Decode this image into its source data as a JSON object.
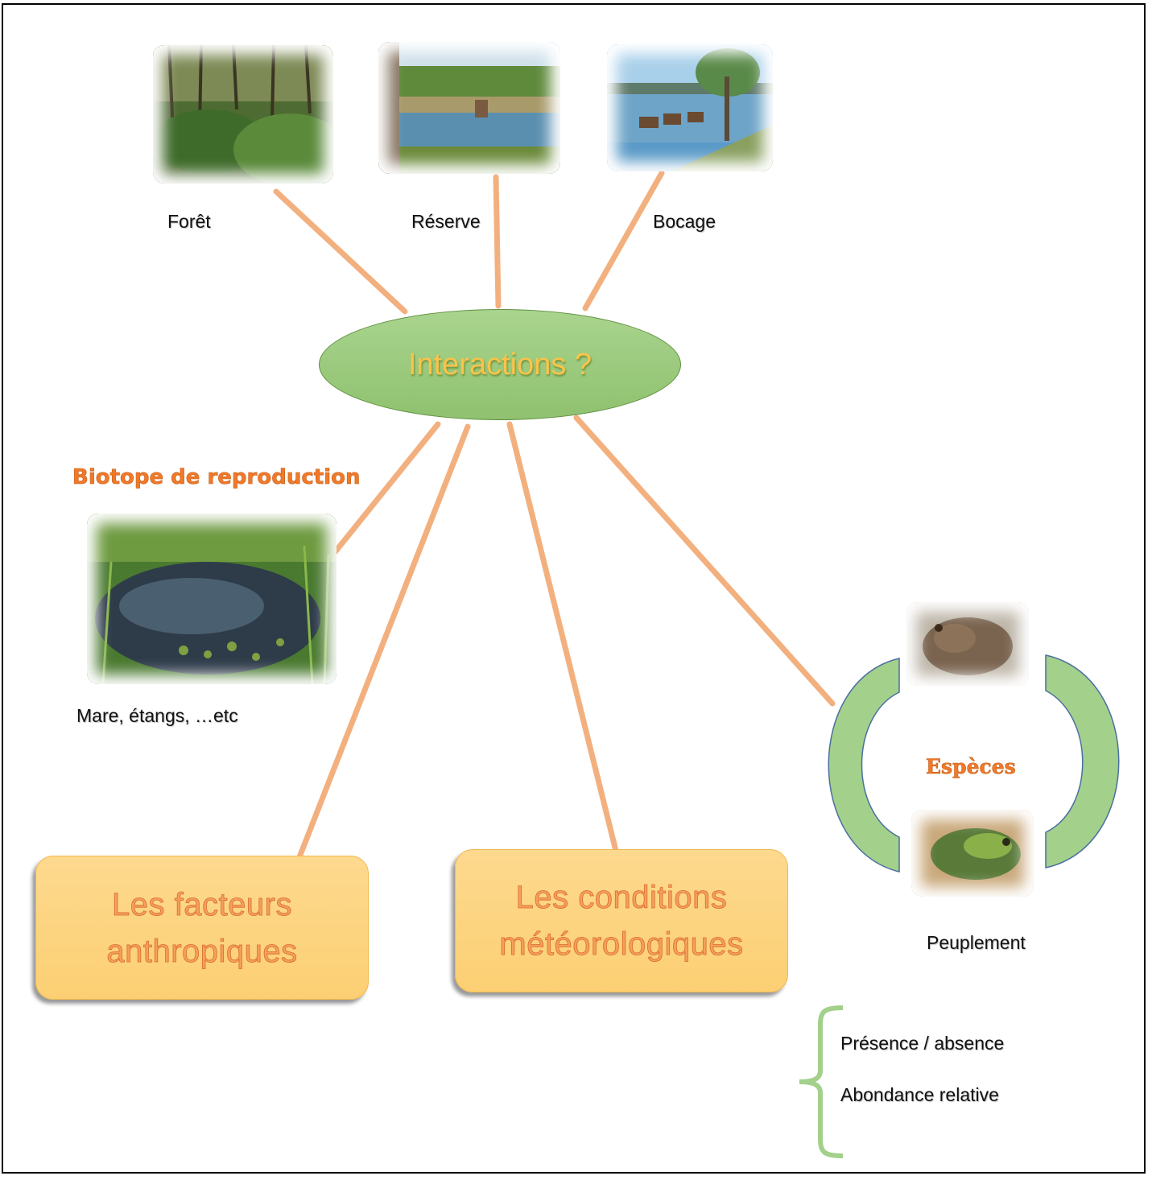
{
  "top_habitats": [
    {
      "label": "Forêt",
      "icon": "forest-photo"
    },
    {
      "label": "Réserve",
      "icon": "reserve-photo"
    },
    {
      "label": "Bocage",
      "icon": "bocage-photo"
    }
  ],
  "center": {
    "label": "Interactions ?"
  },
  "biotope": {
    "title": "Biotope de reproduction",
    "caption": "Mare, étangs, …etc",
    "icon": "pond-photo"
  },
  "boxes": {
    "anthropic": "Les facteurs\nanthropiques",
    "weather": "Les conditions\nmétéorologiques"
  },
  "species": {
    "label": "Espèces",
    "caption": "Peuplement",
    "icons": [
      "toad-photo",
      "frog-photo"
    ]
  },
  "metrics": [
    "Présence / absence",
    "Abondance relative"
  ],
  "colors": {
    "connector": "#f3b07f",
    "ellipse": "#9cca7d",
    "box": "#fdd585",
    "accent": "#f07a2a",
    "bracket": "#a3d08b"
  }
}
